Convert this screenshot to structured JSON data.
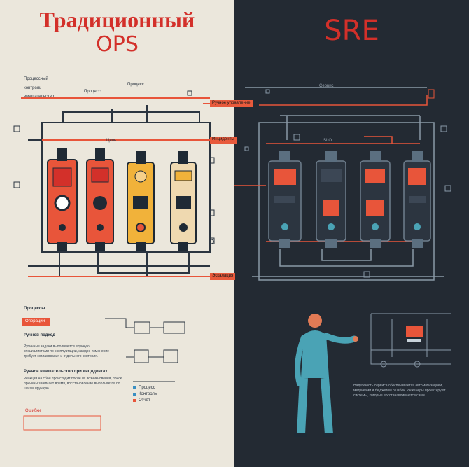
{
  "header": {
    "left_title_ru": "Традиционный",
    "left_title_ops": "OPS",
    "right_title": "SRE"
  },
  "left": {
    "top_notes": [
      "Процессный",
      "контроль",
      "вмешательство"
    ],
    "labels": [
      "Процесс",
      "Процесс",
      "Цепь"
    ],
    "callouts": [
      "Ручное управление",
      "Инциденты",
      "Эскалация"
    ],
    "section_title": "Процессы",
    "chip": "Операции",
    "subheading": "Ручной подход",
    "paragraph1": "Рутинные задачи выполняются вручную специалистами по эксплуатации, каждое изменение требует согласования и отдельного контроля.",
    "paragraph2_title": "Ручное вмешательство при инцидентах",
    "paragraph2": "Реакция на сбои происходит после их возникновения, поиск причины занимает время, восстановление выполняется по шагам вручную.",
    "footer_label": "Ошибки",
    "legend": [
      "Процесс",
      "Контроль",
      "Отчёт"
    ]
  },
  "right": {
    "top_label": "Сервис",
    "label_slo": "SLO",
    "paragraph": "Надёжность сервиса обеспечивается автоматизацией, метриками и бюджетом ошибок. Инженеры проектируют системы, которые восстанавливаются сами."
  },
  "colors": {
    "accent_red": "#d3302a",
    "panel_orange": "#e8553a",
    "panel_yellow": "#f1b23a",
    "panel_cream": "#efd9b0",
    "dark_bg": "#232a33",
    "light_bg": "#ebe7dc",
    "teal_person": "#4aa3b5"
  }
}
